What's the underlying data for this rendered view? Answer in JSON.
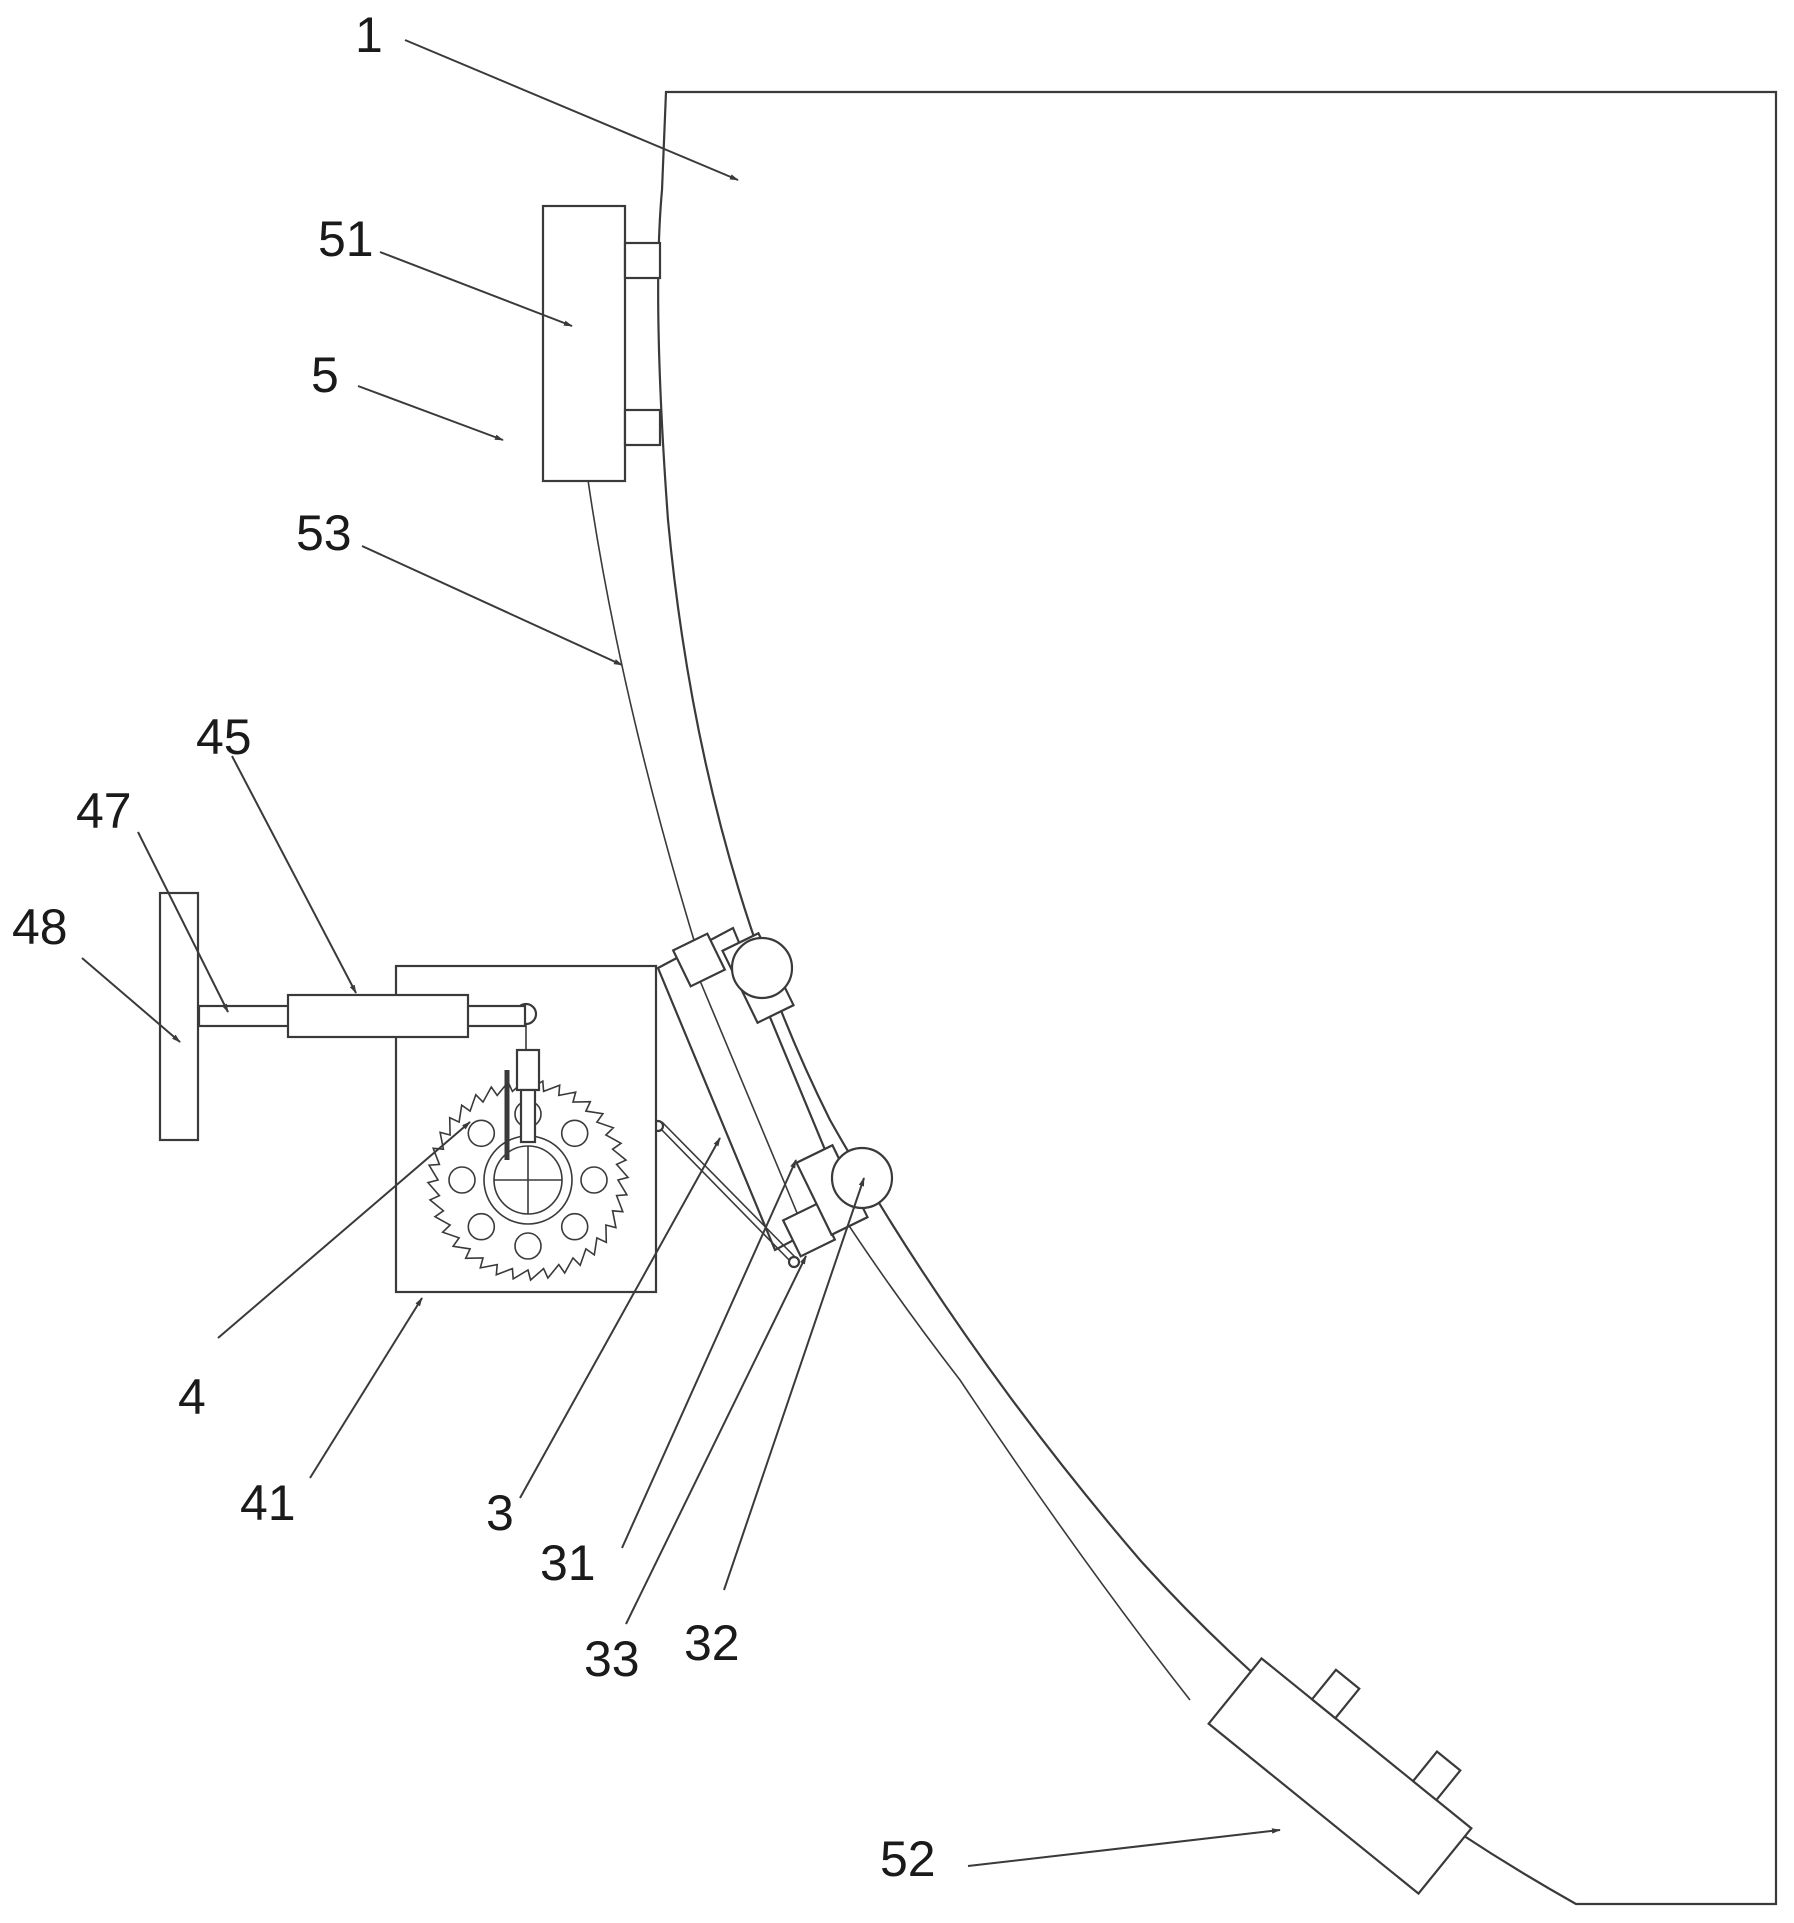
{
  "labels": {
    "l1": "1",
    "l51": "51",
    "l5": "5",
    "l53": "53",
    "l45": "45",
    "l47": "47",
    "l48": "48",
    "l4": "4",
    "l41": "41",
    "l3": "3",
    "l31": "31",
    "l33": "33",
    "l32": "32",
    "l52": "52"
  }
}
